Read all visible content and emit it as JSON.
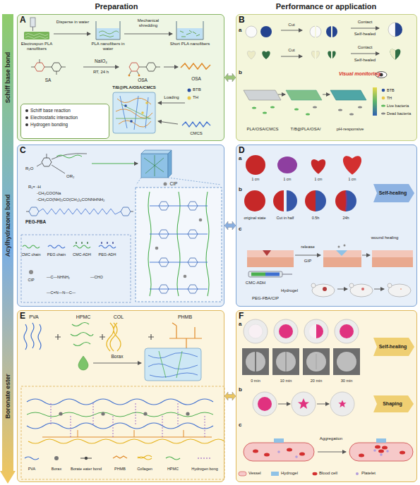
{
  "diagram": {
    "nodes": [
      {
        "text": [
          "A"
        ]
      },
      {
        "text": [
          "Schiff base reaction",
          "Electrostatic interaction",
          "Hydrogen bonding"
        ],
        "in": 0
      },
      {
        "text": [
          "B"
        ]
      },
      {
        "text": [
          "C"
        ]
      },
      {
        "text": [
          "D"
        ]
      },
      {
        "text": [
          "Self-healing"
        ],
        "in": 4
      },
      {
        "text": [
          "E"
        ]
      },
      {
        "text": [
          "F"
        ]
      },
      {
        "text": [
          "Self-healing"
        ],
        "in": 7
      },
      {
        "text": [
          "Shaping"
        ],
        "in": 7
      }
    ],
    "edges": [
      {
        "from": 0,
        "to": 2,
        "arrow": "both"
      },
      {
        "from": 3,
        "to": 4,
        "arrow": "both"
      },
      {
        "from": 6,
        "to": 7,
        "arrow": "both"
      }
    ],
    "labels": [
      "Preparation",
      "Performance or application",
      "Schiff base bond",
      "Acylhydrazone bond",
      "Boronate ester",
      "Electrospun PLA nanofibers",
      "Disperse in water",
      "PLA nanofibers in water",
      "Mechanical shredding",
      "Short PLA nanofibers",
      "SA",
      "NaIO₄",
      "RT, 24 h",
      "OSA",
      "OSA",
      "T/B@PLA/OSA/CMCS",
      "Loading",
      "BTB",
      "TH",
      "CMCS",
      "a",
      "Cut",
      "Contact",
      "Self-healed",
      "Cut",
      "Contact",
      "Self-healed",
      "b",
      "Visual monitoring",
      "BTB",
      "TH",
      "Live bacteria",
      "Dead bacteria",
      "PLA/OSA/CMCS",
      "T/B@PLA/OSA/",
      "pH-responsive",
      "R₂O",
      "OR₂",
      "R₁= -H",
      "-CH₂COONa",
      "-CH₂CO(NH)₂CO(CH₂)₄CONNHNH₂",
      "CIP",
      "PEG-FBA",
      "—C—NHNH₂",
      "—CHO",
      "—C=N—N—C—",
      "a",
      "1 cm",
      "1 cm",
      "1 cm",
      "1 cm",
      "b",
      "original state",
      "Cut in half",
      "0.5h",
      "24h",
      "c",
      "release",
      "GIP",
      "wound healing",
      "CMC-ADH",
      "Hydrogel",
      "PEG-FBA/CIP",
      "PVA",
      "HPMC",
      "COL",
      "PHMB",
      "Borax",
      "a",
      "0 min",
      "10 min",
      "20 min",
      "30 min",
      "b",
      "c",
      "Aggregation"
    ],
    "legend": [
      {
        "text": "CMC chain"
      },
      {
        "text": "PEG chain"
      },
      {
        "text": "CMC-ADH"
      },
      {
        "text": "PEG-ADH"
      },
      {
        "text": "CIP"
      },
      {
        "text": "PVA"
      },
      {
        "text": "Borax"
      },
      {
        "text": "Borate eater bond"
      },
      {
        "text": "PHMB"
      },
      {
        "text": "Collagen"
      },
      {
        "text": "HPMC"
      },
      {
        "text": "Hydrogen bong"
      },
      {
        "text": "Vessel"
      },
      {
        "text": "Hydrogel"
      },
      {
        "text": "Blood cell"
      },
      {
        "text": "Platelet"
      }
    ]
  }
}
